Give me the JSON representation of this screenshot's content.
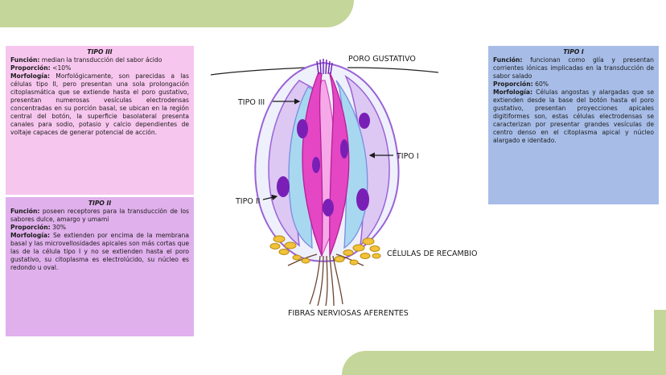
{
  "tipo_iii": {
    "title": "TIPO III",
    "funcion_label": "Función:",
    "funcion": " median la transducción del sabor ácido",
    "proporcion_label": "Proporción:",
    "proporcion": " <10%",
    "morfologia_label": "Morfología:",
    "morfologia": " Morfológicamente, son parecidas a las células tipo II, pero presentan una sola prolongación citoplasmática que se extiende hasta el poro gustativo, presentan numerosas vesículas electrodensas concentradas en su porción basal, se ubican en la región central del botón, la superficie basolateral presenta canales para sodio, potasio y calcio dependientes de voltaje capaces de generar potencial de acción."
  },
  "tipo_ii": {
    "title": "TIPO II",
    "funcion_label": "Función:",
    "funcion": " poseen receptores para la transducción de los sabores dulce, amargo y umami",
    "proporcion_label": "Proporción:",
    "proporcion": " 30%",
    "morfologia_label": "Morfología:",
    "morfologia": " Se extienden por encima de la membrana basal y las microvellosidades apicales son más cortas que las de la célula tipo I y no se extienden hasta el poro gustativo, su citoplasma es electrolúcido, su núcleo es redondo u oval."
  },
  "tipo_i": {
    "title": "TIPO I",
    "funcion_label": "Función:",
    "funcion": " funcionan como glía y presentan corrientes iónicas implicadas en la transducción de sabor salado",
    "proporcion_label": "Proporción:",
    "proporcion": " 60%",
    "morfologia_label": "Morfología:",
    "morfologia": " Células angostas y alargadas que se extienden desde la base del botón hasta el poro gustativo, presentan proyecciones apicales digitiformes son, estas células electrodensas se caracterizan por presentar grandes vesículas de centro denso en el citoplasma apical y núcleo alargado e identado."
  },
  "diagram": {
    "poro": "PORO GUSTATIVO",
    "tipo_iii": "TIPO III",
    "tipo_i": "TIPO I",
    "tipo_ii": "TIPO II",
    "recambio": "CÉLULAS DE RECAMBIO",
    "fibras": "FIBRAS NERVIOSAS AFERENTES"
  },
  "colors": {
    "tipo_iii_box": "#f7c6ee",
    "tipo_ii_box": "#e0b0ec",
    "tipo_i_box": "#a7bde8",
    "accent_green": "#c5d69a",
    "cell_magenta": "#e546c4",
    "cell_pink": "#f6a8e8",
    "cell_blue": "#a8d8f0",
    "nucleus_purple": "#7a1fb5",
    "recambio_gold": "#e0b030"
  }
}
